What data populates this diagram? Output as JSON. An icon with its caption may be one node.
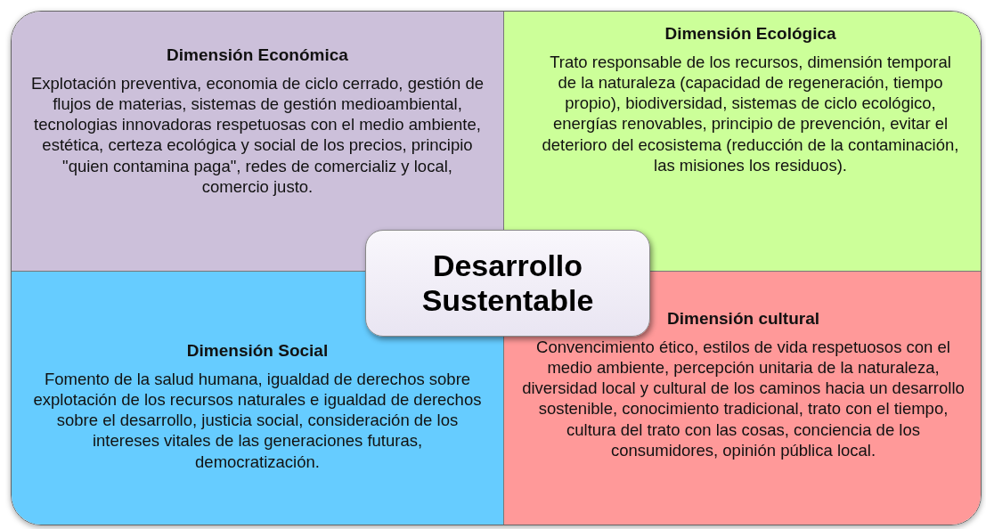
{
  "diagram": {
    "nodes": [
      {
        "text": [
          "Dimensión Económica",
          "Explotación preventiva, economia de ciclo cerrado, gestión de flujos de materias, sistemas de gestión medioambiental, tecnologias innovadoras respetuosas con el medio ambiente, estética, certeza ecológica y social de los precios, principio \"quien contamina paga\", redes de comercializ y local, comercio justo."
        ]
      },
      {
        "text": [
          "Dimensión Ecológica",
          "Trato responsable de los recursos, dimensión temporal de la naturaleza (capacidad de regeneración, tiempo propio), biodiversidad, sistemas de ciclo ecológico, energías renovables, principio de prevención, evitar el deterioro del ecosistema (reducción de la contaminación, las misiones los residuos)."
        ]
      },
      {
        "text": [
          "Desarrollo Sustentable"
        ]
      },
      {
        "text": [
          "Dimensión Social",
          "Fomento de la salud humana, igualdad de derechos sobre explotación de los recursos naturales e igualdad de derechos sobre el desarrollo, justicia social, consideración de los intereses vitales de las generaciones futuras, democratización."
        ]
      },
      {
        "text": [
          "Dimensión cultural",
          "Convencimiento ético, estilos de vida respetuosos con el medio ambiente, percepción unitaria de la naturaleza, diversidad local y cultural de los caminos hacia un desarrollo sostenible, conocimiento tradicional, trato con el tiempo, cultura del trato con las cosas, conciencia de los consumidores, opinión pública local."
        ]
      }
    ]
  }
}
